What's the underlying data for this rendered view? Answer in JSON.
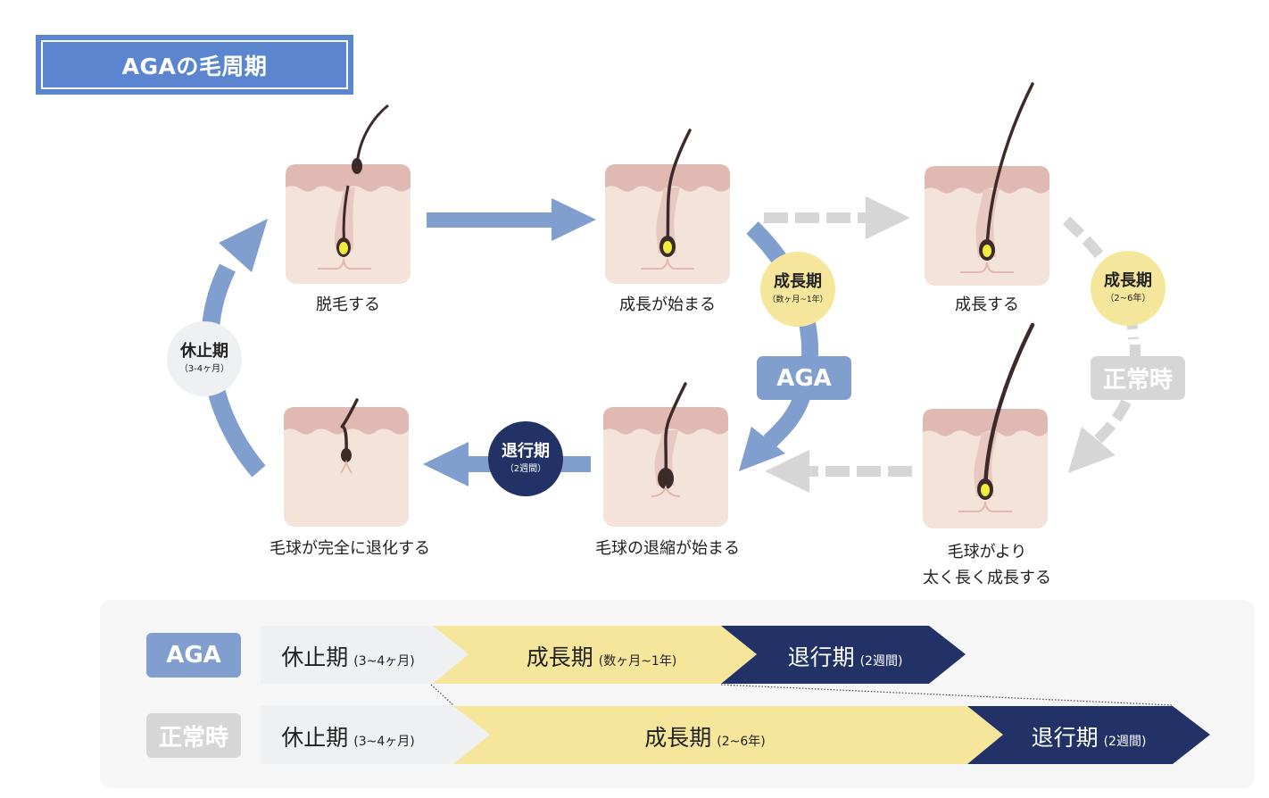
{
  "title": "AGAの毛周期",
  "colors": {
    "aga_blue": "#809ece",
    "title_blue": "#5b86cf",
    "normal_gray": "#d6d6d6",
    "growth_yellow": "#f5e69c",
    "catagen_navy": "#233266",
    "telogen_gray": "#eff0f2",
    "skin": "#f3e3d8",
    "skin_top": "#e0b9b3",
    "hair": "#3d2b2a",
    "bulb": "#f2ec3a"
  },
  "stages": [
    {
      "id": "shed",
      "label": "脱毛する"
    },
    {
      "id": "growth-start",
      "label": "成長が始まる"
    },
    {
      "id": "grow",
      "label": "成長する"
    },
    {
      "id": "thicker",
      "label_line1": "毛球がより",
      "label_line2": "太く長く成長する"
    },
    {
      "id": "shrink-start",
      "label": "毛球の退縮が始まる"
    },
    {
      "id": "regressed",
      "label": "毛球が完全に退化する"
    }
  ],
  "phase_bubbles": {
    "telogen": {
      "main": "休止期",
      "sub": "（3-4ヶ月）"
    },
    "aga_anagen": {
      "main": "成長期",
      "sub": "（数ヶ月~1年）"
    },
    "normal_anagen": {
      "main": "成長期",
      "sub": "（2~6年）"
    },
    "catagen": {
      "main": "退行期",
      "sub": "（2週間）"
    }
  },
  "path_tags": {
    "aga": "AGA",
    "normal": "正常時"
  },
  "timeline": {
    "rows": [
      {
        "tag": "AGA",
        "segments": [
          {
            "phase": "休止期",
            "duration": "(3~4ヶ月)"
          },
          {
            "phase": "成長期",
            "duration": "(数ヶ月~1年)"
          },
          {
            "phase": "退行期",
            "duration": "(2週間)"
          }
        ]
      },
      {
        "tag": "正常時",
        "segments": [
          {
            "phase": "休止期",
            "duration": "(3~4ヶ月)"
          },
          {
            "phase": "成長期",
            "duration": "(2~6年)"
          },
          {
            "phase": "退行期",
            "duration": "(2週間)"
          }
        ]
      }
    ]
  }
}
